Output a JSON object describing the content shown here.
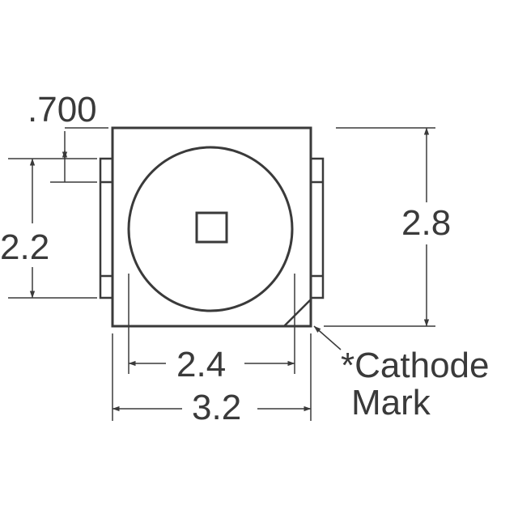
{
  "dimensions": {
    "pad_offset": ".700",
    "pad_height": "2.2",
    "body_height": "2.8",
    "lens_diameter": "2.4",
    "body_width": "3.2"
  },
  "annotation": {
    "line1": "*Cathode",
    "line2": "Mark"
  },
  "colors": {
    "line": "#3a3a3a",
    "background": "#ffffff"
  }
}
